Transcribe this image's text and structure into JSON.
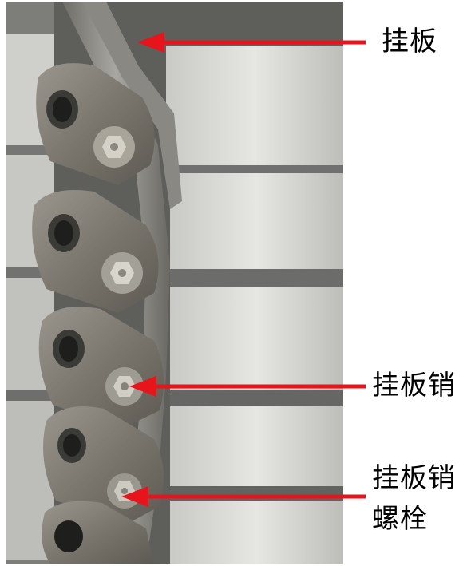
{
  "labels": {
    "hanging_plate": "挂板",
    "plate_pin": "挂板销",
    "pin_bolt_line1": "挂板销",
    "pin_bolt_line2": "螺栓"
  },
  "colors": {
    "arrow": "#e8141c",
    "text": "#000000",
    "background": "#ffffff"
  }
}
